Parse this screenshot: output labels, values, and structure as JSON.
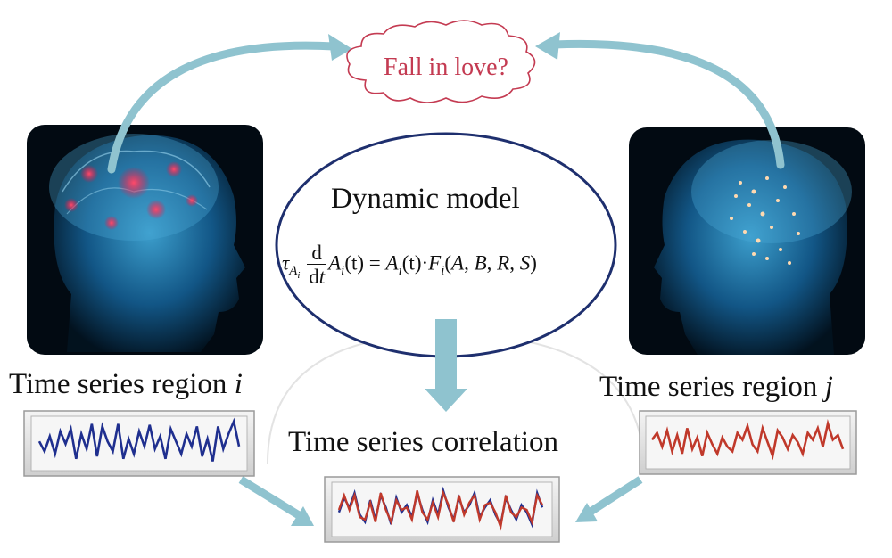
{
  "labels": {
    "cloud": "Fall in love?",
    "model_title": "Dynamic model",
    "region_i_prefix": "Time series region ",
    "region_i_var": "i",
    "region_j_prefix": "Time series region ",
    "region_j_var": "j",
    "correlation": "Time series correlation"
  },
  "equation": {
    "tau": "τ",
    "sub_A": "A",
    "sub_i": "i",
    "frac_num": "d",
    "frac_den_d": "d",
    "frac_den_t": "t",
    "lhs_A": "A",
    "lhs_i": "i",
    "lhs_t": "(t) = ",
    "rhs_A": "A",
    "rhs_i": "i",
    "rhs_t": "(t)·",
    "rhs_F": "F",
    "rhs_Fi": "i",
    "rhs_open": "(",
    "arg_A": "A",
    "arg_B": "B",
    "arg_R": "R",
    "arg_S": "S",
    "comma": ", ",
    "rhs_close": ")"
  },
  "colors": {
    "series_i": "#1f2f8f",
    "series_j": "#c0392b",
    "cloud_text": "#c43b52",
    "ellipse": "#1e2f6e",
    "arrow": "#8fc3cf"
  },
  "series": {
    "region_i": [
      0.55,
      0.35,
      0.65,
      0.3,
      0.75,
      0.5,
      0.8,
      0.2,
      0.7,
      0.4,
      0.9,
      0.25,
      0.85,
      0.55,
      0.35,
      0.9,
      0.2,
      0.6,
      0.3,
      0.75,
      0.45,
      0.88,
      0.4,
      0.65,
      0.2,
      0.8,
      0.55,
      0.3,
      0.7,
      0.45,
      0.85,
      0.25,
      0.6,
      0.15,
      0.85,
      0.4,
      0.7,
      0.95,
      0.45
    ],
    "region_j": [
      0.55,
      0.7,
      0.4,
      0.75,
      0.3,
      0.65,
      0.25,
      0.8,
      0.35,
      0.6,
      0.2,
      0.7,
      0.45,
      0.25,
      0.6,
      0.4,
      0.3,
      0.7,
      0.55,
      0.85,
      0.45,
      0.3,
      0.8,
      0.5,
      0.2,
      0.75,
      0.6,
      0.35,
      0.65,
      0.5,
      0.25,
      0.7,
      0.55,
      0.8,
      0.4,
      0.9,
      0.55,
      0.65,
      0.35
    ],
    "corr_a": [
      0.45,
      0.75,
      0.55,
      0.85,
      0.4,
      0.25,
      0.7,
      0.3,
      0.8,
      0.55,
      0.2,
      0.75,
      0.45,
      0.6,
      0.35,
      0.85,
      0.5,
      0.25,
      0.7,
      0.4,
      0.9,
      0.55,
      0.3,
      0.75,
      0.45,
      0.6,
      0.85,
      0.35,
      0.55,
      0.7,
      0.4,
      0.2,
      0.75,
      0.5,
      0.3,
      0.6,
      0.45,
      0.2,
      0.85,
      0.55
    ],
    "corr_b": [
      0.5,
      0.8,
      0.5,
      0.8,
      0.35,
      0.3,
      0.65,
      0.25,
      0.85,
      0.5,
      0.25,
      0.7,
      0.5,
      0.55,
      0.3,
      0.9,
      0.45,
      0.3,
      0.65,
      0.35,
      0.85,
      0.6,
      0.25,
      0.8,
      0.4,
      0.65,
      0.8,
      0.3,
      0.6,
      0.65,
      0.45,
      0.15,
      0.8,
      0.45,
      0.35,
      0.55,
      0.5,
      0.25,
      0.8,
      0.6
    ]
  }
}
